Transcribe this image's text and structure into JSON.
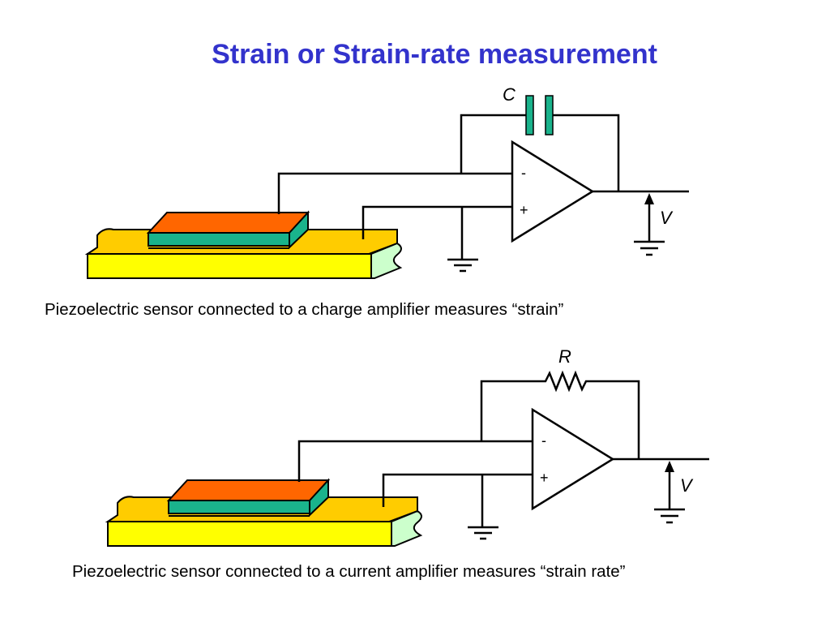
{
  "title": "Strain or Strain-rate measurement",
  "circuits": [
    {
      "feedback_label": "C",
      "output_label": "V",
      "inverting_sign": "-",
      "noninverting_sign": "+",
      "caption": "Piezoelectric sensor connected to a charge amplifier measures “strain”"
    },
    {
      "feedback_label": "R",
      "output_label": "V",
      "inverting_sign": "-",
      "noninverting_sign": "+",
      "caption": "Piezoelectric sensor connected to a current amplifier measures “strain rate”"
    }
  ],
  "colors": {
    "title": "#3333cc",
    "beam": "#ffff00",
    "beam_side": "#ffcc00",
    "beam_end": "#ccffcc",
    "sensor_top": "#ff6600",
    "sensor_body": "#1ab38c",
    "capacitor": "#1ab38c"
  }
}
